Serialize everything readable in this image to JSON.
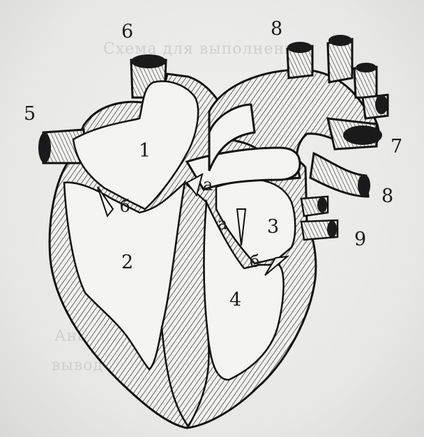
{
  "background_text": [
    "Схема для выполнения",
    "Анализ",
    "вывод"
  ],
  "labels": {
    "n1": "1",
    "n2": "2",
    "n3": "3",
    "n4": "4",
    "n5": "5",
    "n6": "6",
    "n7": "7",
    "n8_top": "8",
    "n8_right": "8",
    "n9": "9",
    "a_left": "а",
    "a_right": "а",
    "b_left": "б",
    "b_right": "б"
  },
  "colors": {
    "ink": "#1a1a1a",
    "paper": "#ececea"
  }
}
